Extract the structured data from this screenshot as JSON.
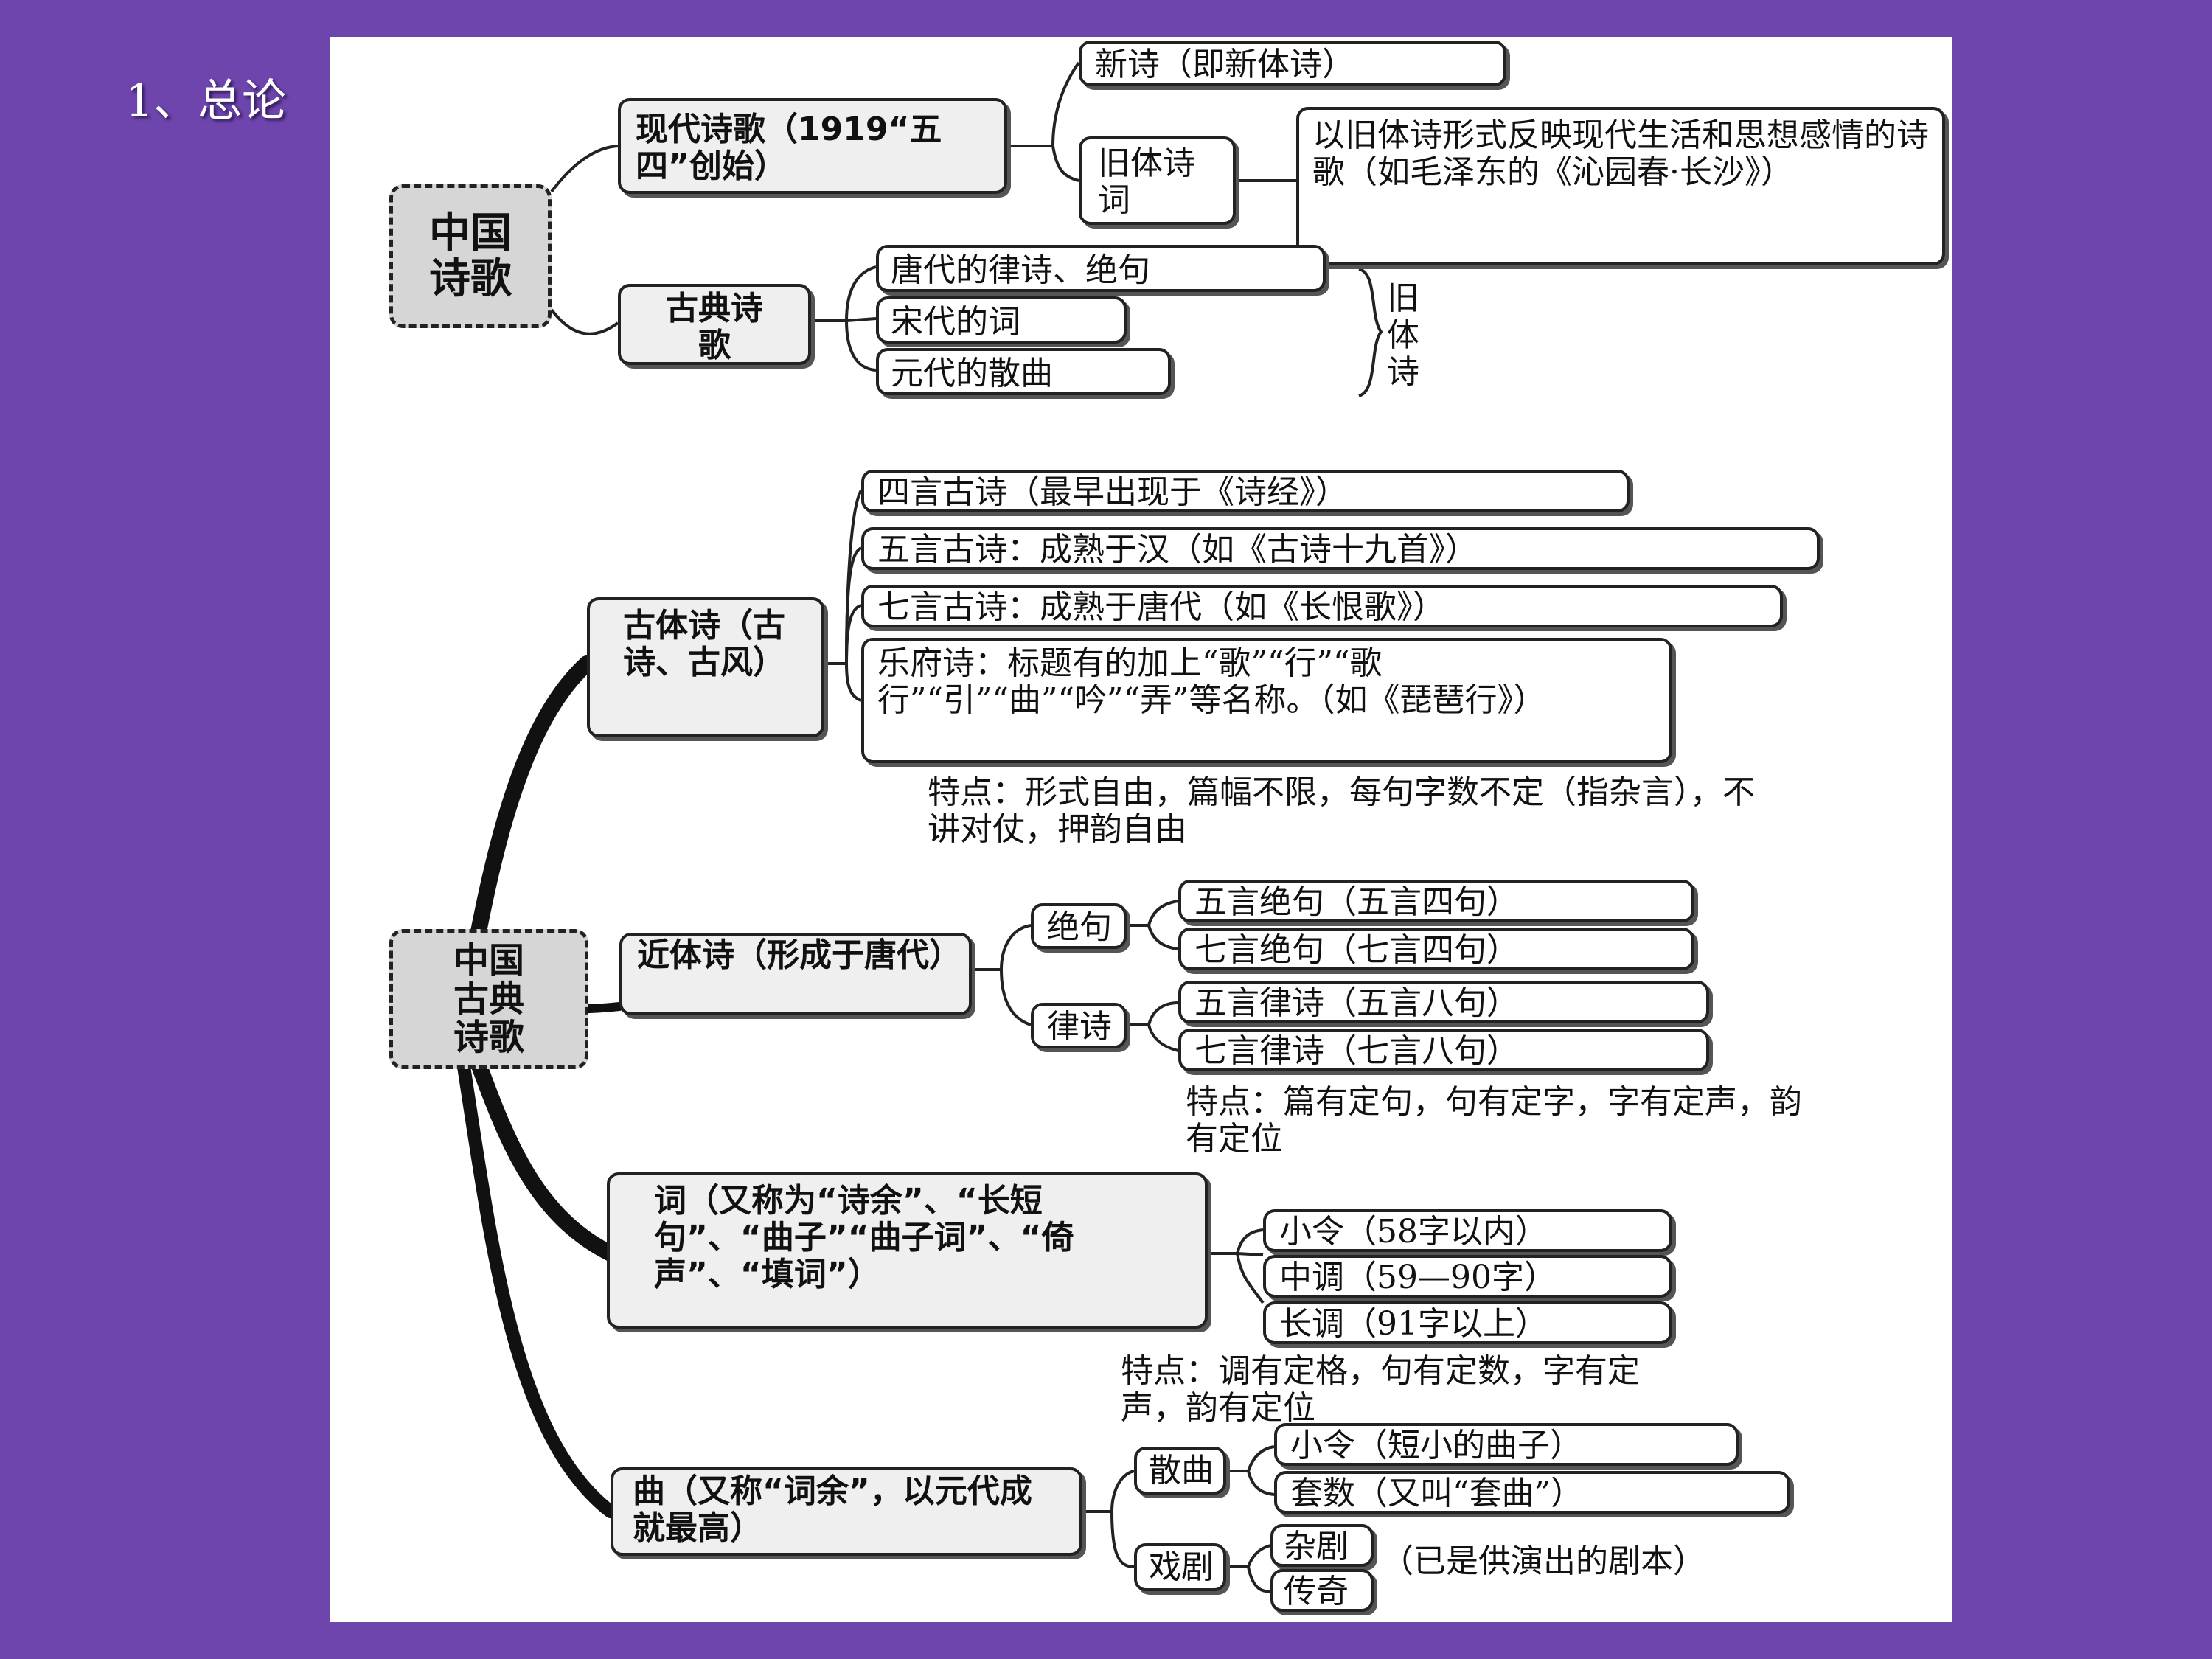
{
  "slide_title": "1、总论",
  "top_map": {
    "root": "中国诗歌",
    "modern": "现代诗歌（1919“五四”创始）",
    "new_poem": "新诗（即新体诗）",
    "old_style": "旧体诗词",
    "old_style_desc": "以旧体诗形式反映现代生活和思想感情的诗歌（如毛泽东的《沁园春·长沙》）",
    "classical": "古典诗歌",
    "tang": "唐代的律诗、绝句",
    "song": "宋代的词",
    "yuan": "元代的散曲",
    "old_label": "旧体诗"
  },
  "bottom_map": {
    "root": "中国古典诗歌",
    "gutishi": "古体诗（古诗、古风）",
    "siyan": "四言古诗（最早出现于《诗经》）",
    "wuyan": "五言古诗：成熟于汉（如《古诗十九首》）",
    "qiyan": "七言古诗：成熟于唐代（如《长恨歌》）",
    "yuefu": "乐府诗：标题有的加上“歌”“行”“歌行”“引”“曲”“吟”“弄”等名称。（如《琵琶行》）",
    "gutishi_feature": "特点：形式自由，篇幅不限，每句字数不定（指杂言），不讲对仗，押韵自由",
    "jintishi": "近体诗（形成于唐代）",
    "jueju": "绝句",
    "lvshi": "律诗",
    "wuyan_jueju": "五言绝句（五言四句）",
    "qiyan_jueju": "七言绝句（七言四句）",
    "wuyan_lvshi": "五言律诗（五言八句）",
    "qiyan_lvshi": "七言律诗（七言八句）",
    "jintishi_feature": "特点：篇有定句，句有定字，字有定声，韵有定位",
    "ci": "词（又称为“诗余”、“长短句”、“曲子”“曲子词”、“倚声”、“填词”）",
    "xiaoling": "小令（58字以内）",
    "zhongdiao": "中调（59—90字）",
    "changdiao": "长调（91字以上）",
    "ci_feature": "特点：调有定格，句有定数，字有定声，韵有定位",
    "qu": "曲（又称“词余”，以元代成就最高）",
    "sanqu": "散曲",
    "xiju": "戏剧",
    "xiaoling2": "小令（短小的曲子）",
    "taoshu": "套数（又叫“套曲”）",
    "zaju": "杂剧",
    "chuanqi": "传奇",
    "script_note": "（已是供演出的剧本）"
  }
}
